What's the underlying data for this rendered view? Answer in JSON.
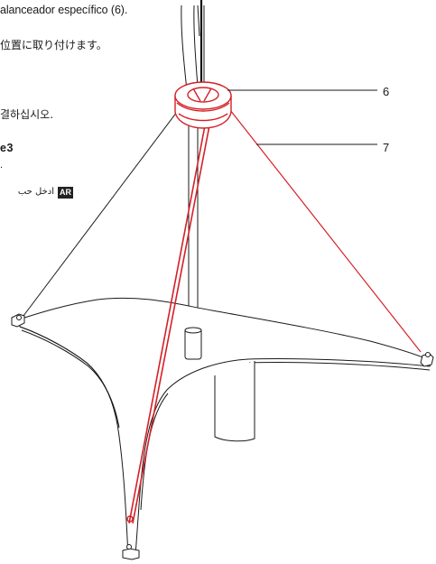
{
  "instructions": {
    "es": "alanceador específico (6).",
    "ja": "位置に取り付けます。",
    "ko": "결하십시오.",
    "bg_fragment": "e3",
    "bg_fragment2": ".",
    "ar": "أدخل حب",
    "ar_badge": "AR"
  },
  "callouts": {
    "part_6": "6",
    "part_7": "7"
  },
  "colors": {
    "red_cord": "#d42027",
    "line": "#1a1a1a",
    "background": "#ffffff"
  }
}
